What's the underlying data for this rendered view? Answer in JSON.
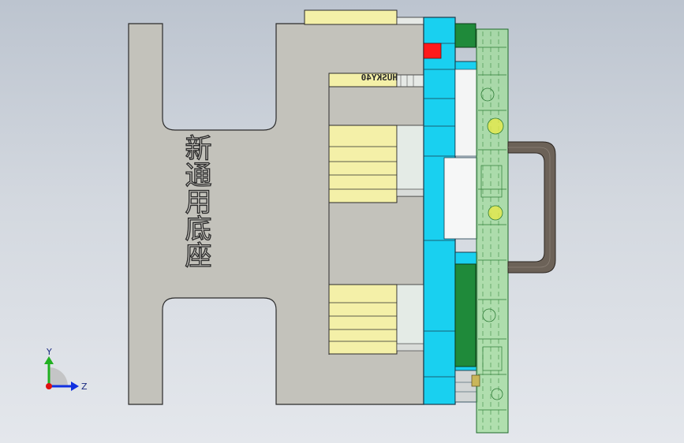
{
  "part": {
    "label": "新通用底座",
    "stamp": "HUSKY40"
  },
  "triad": {
    "y_label": "Y",
    "z_label": "Z",
    "x_color": "#e01010",
    "y_color": "#20b020",
    "z_color": "#1030e0"
  },
  "colors": {
    "base_plate": "#c3c2bb",
    "blue_plate": "#19d0f0",
    "yellow_block": "#f4f0a8",
    "green_mold": "#9fdc9a",
    "handle": "#6c6258",
    "red_marker": "#ff1a1a"
  }
}
